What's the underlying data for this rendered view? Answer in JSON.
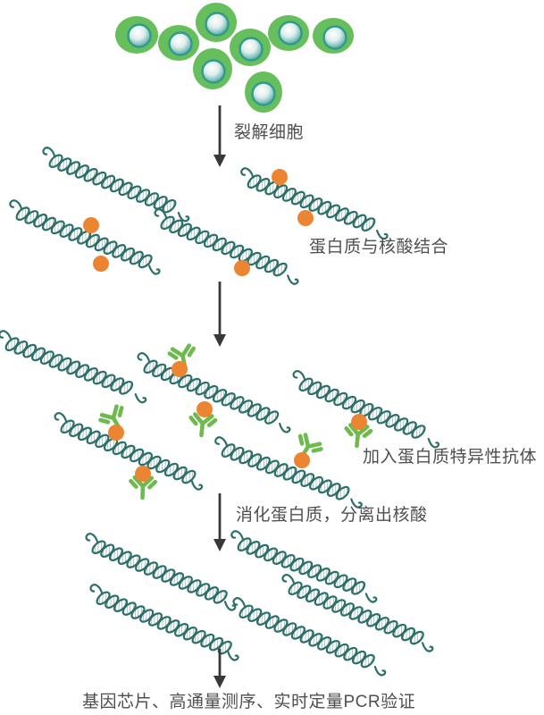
{
  "diagram_title": "",
  "labels": {
    "lyse": "裂解细胞",
    "bind": "蛋白质与核酸结合",
    "antibody": "加入蛋白质特异性抗体",
    "digest": "消化蛋白质，分离出核酸",
    "validate": "基因芯片、高通量测序、实时定量PCR验证"
  },
  "icons": {
    "cell": "cell-icon",
    "dna": "dna-helix-icon",
    "protein": "protein-dot-icon",
    "antibody": "antibody-icon",
    "arrow": "down-arrow-icon"
  },
  "colors": {
    "cell_green": "#66be5c",
    "nucleus_teal": "#2f9a8e",
    "nucleus_edge": "#3b958e",
    "dna_teal": "#2c6f6a",
    "dna_hatch": "#3d7b74",
    "protein_orange": "#ec8531",
    "antibody_green": "#6fba4e",
    "arrow_gray": "#383838",
    "text_gray": "#4f4f4f",
    "background": "#ffffff"
  }
}
